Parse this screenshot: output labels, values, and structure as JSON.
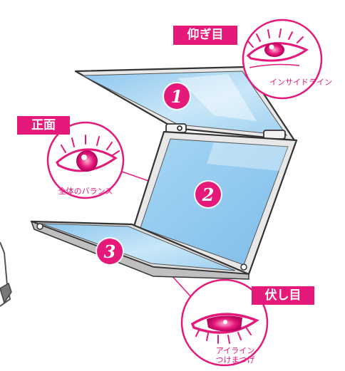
{
  "labels": {
    "upward": {
      "tag": "仰ぎ目",
      "caption": "インサイドライン"
    },
    "front": {
      "tag": "正面",
      "caption": "全体のバランス"
    },
    "downward": {
      "tag": "伏し目",
      "caption_line1": "アイライン",
      "caption_line2": "つけまつげ"
    }
  },
  "mirror_numbers": [
    "1",
    "2",
    "3"
  ],
  "colors": {
    "accent": "#e5197a",
    "glass": "#a9d6f2",
    "frame": "#4a4a4a"
  }
}
